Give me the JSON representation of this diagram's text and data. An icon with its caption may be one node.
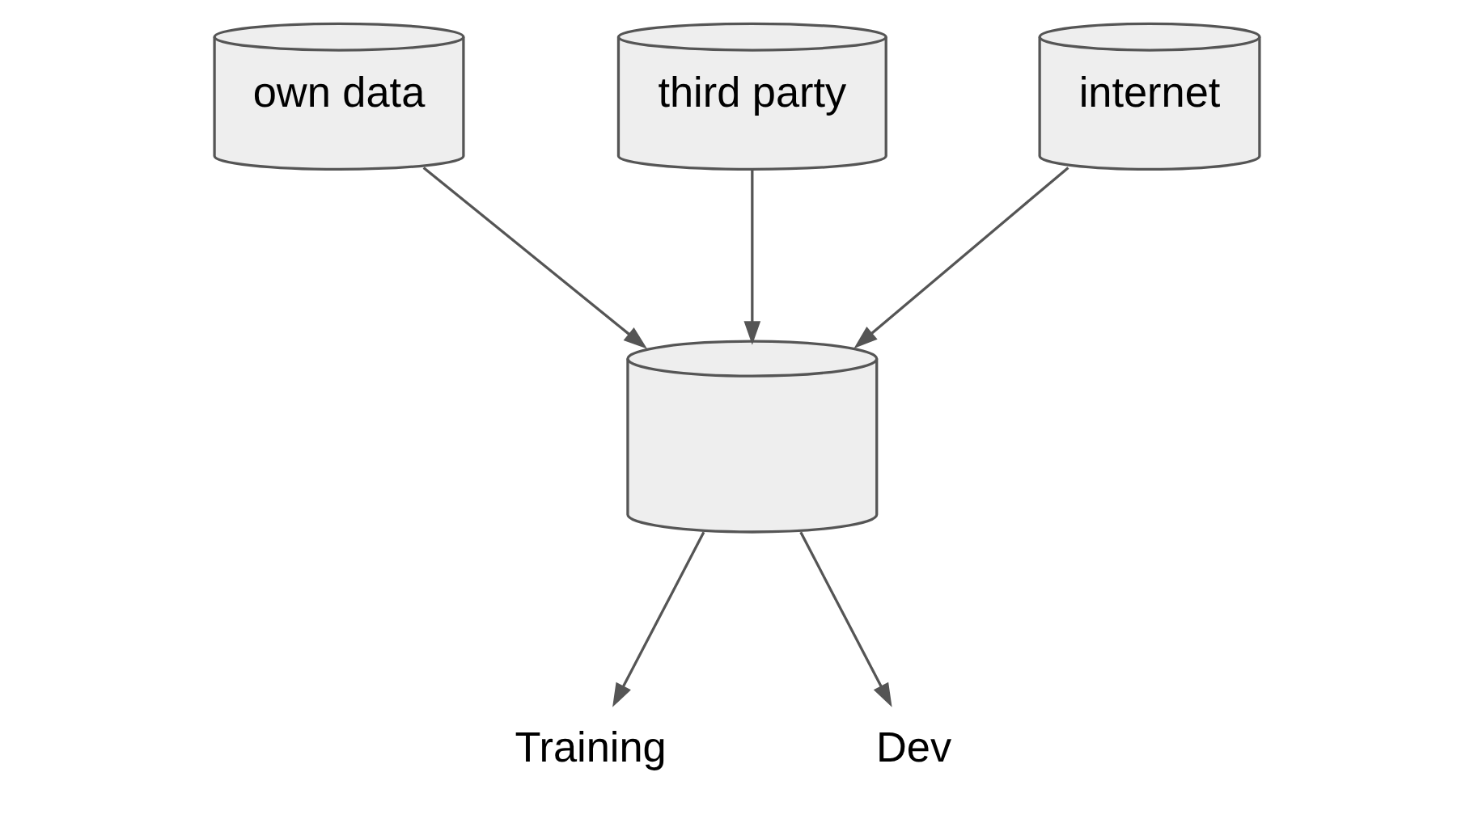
{
  "diagram": {
    "nodes": [
      {
        "text": [
          "own data"
        ]
      },
      {
        "text": [
          "third party"
        ]
      },
      {
        "text": [
          "internet"
        ]
      },
      {
        "text": [],
        "shape": "cylinder"
      },
      {
        "text": [
          "Training"
        ]
      },
      {
        "text": [
          "Dev"
        ]
      }
    ],
    "edges": [
      {
        "from": 0,
        "to": 3,
        "arrow": "to"
      },
      {
        "from": 1,
        "to": 3,
        "arrow": "to"
      },
      {
        "from": 2,
        "to": 3,
        "arrow": "to"
      },
      {
        "from": 3,
        "to": 4,
        "arrow": "to"
      },
      {
        "from": 3,
        "to": 5,
        "arrow": "to"
      }
    ]
  }
}
